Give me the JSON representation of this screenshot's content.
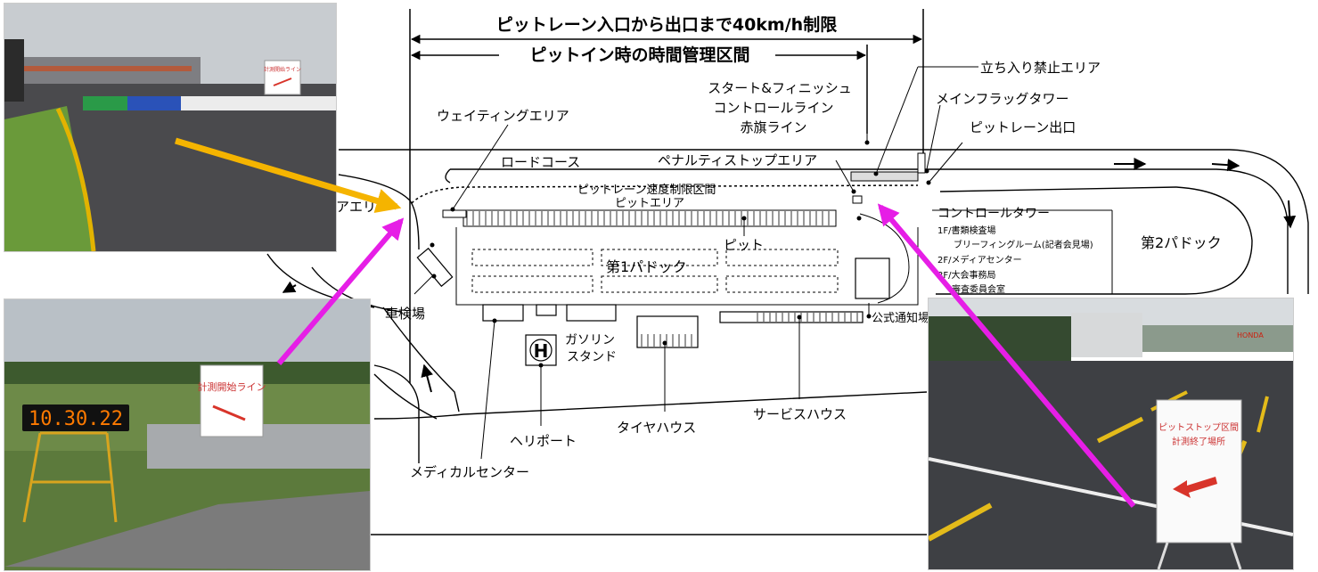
{
  "header": {
    "speed_limit": "ピットレーン入口から出口まで40km/h制限",
    "time_management": "ピットイン時の時間管理区間"
  },
  "labels": {
    "no_entry": "立ち入り禁止エリア",
    "start_finish_1": "スタート&フィニッシュ",
    "start_finish_2": "コントロールライン",
    "start_finish_3": "赤旗ライン",
    "main_flag_tower": "メインフラッグタワー",
    "pit_exit": "ピットレーン出口",
    "waiting_area": "ウェイティングエリア",
    "road_course": "ロードコース",
    "penalty_stop": "ペナルティストップエリア",
    "pit_speed_zone": "ピットレーン速度制限区間",
    "pit_area": "ピットエリア",
    "waiting_area_cut": "アエリ",
    "pit": "ピット",
    "paddock1": "第1パドック",
    "paddock2": "第2パドック",
    "control_tower": "コントロールタワー",
    "ct_1f": "1F/書類検査場",
    "ct_1f_b": "ブリーフィングルーム(記者会見場)",
    "ct_2f": "2F/メディアセンター",
    "ct_3f": "3F/大会事務局",
    "ct_3f_b": "審査委員会室",
    "scrutineering": "車検場",
    "gas_1": "ガソリン",
    "gas_2": "スタンド",
    "heliport": "ヘリポート",
    "helipad_mark": "H",
    "tire_house": "タイヤハウス",
    "service_house": "サービスハウス",
    "medical": "メディカルセンター",
    "notice_board": "公式通知場"
  },
  "photos": {
    "top_left_sign": "計測開始ライン",
    "bottom_left_clock": "10.30.22",
    "bottom_left_sign": "計測開始ライン",
    "bottom_right_sign_1": "ピットストップ区間",
    "bottom_right_sign_2": "計測終了場所",
    "bottom_right_brand": "HONDA"
  },
  "colors": {
    "arrow_yellow": "#f5b400",
    "arrow_magenta": "#e61ee6",
    "sign_red": "#d8342a",
    "clock_digits": "#ff7a00"
  }
}
